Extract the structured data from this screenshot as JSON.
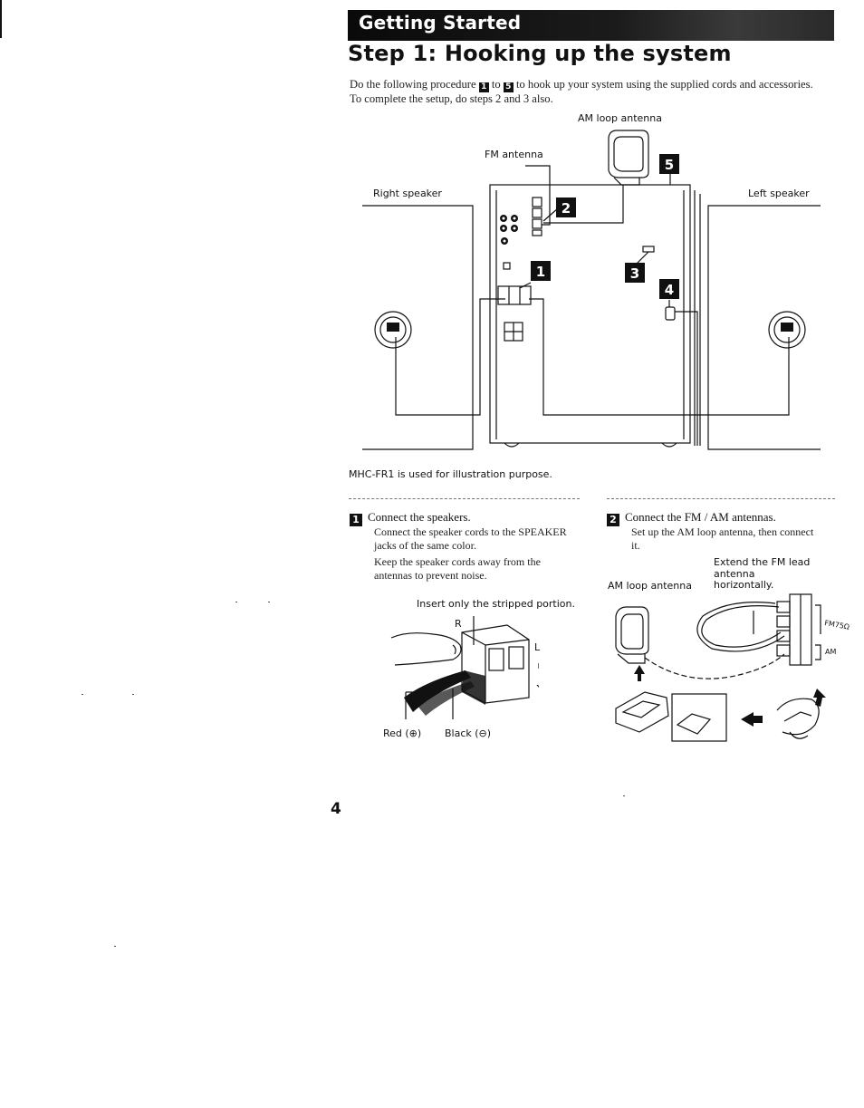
{
  "section": {
    "title": "Getting Started"
  },
  "page": {
    "title": "Step 1: Hooking up the system",
    "number": "4"
  },
  "intro": {
    "part1": "Do the following procedure",
    "step_from": "1",
    "part2": "to",
    "step_to": "5",
    "part3": "to hook up your system using the supplied cords and accessories. To complete the setup, do steps 2 and 3 also."
  },
  "diagram": {
    "am_loop_antenna": "AM loop antenna",
    "fm_antenna": "FM antenna",
    "right_speaker": "Right speaker",
    "left_speaker": "Left speaker",
    "callouts": [
      "1",
      "2",
      "3",
      "4",
      "5"
    ],
    "caption": "MHC-FR1 is used for illustration purpose."
  },
  "step1": {
    "number": "1",
    "title": "Connect the speakers.",
    "text1": "Connect the speaker cords to the SPEAKER jacks of the same color.",
    "text2": "Keep the speaker cords away from the antennas to prevent noise.",
    "fig": {
      "note": "Insert only the stripped portion.",
      "r_label": "R",
      "l_label": "L",
      "red_label": "Red (⊕)",
      "black_label": "Black (⊖)"
    }
  },
  "step2": {
    "number": "2",
    "title": "Connect the FM / AM antennas.",
    "text1": "Set up the AM loop antenna, then connect it.",
    "fig": {
      "am_loop_antenna": "AM loop antenna",
      "extend_note_line1": "Extend the FM lead",
      "extend_note_line2": "antenna",
      "extend_note_line3": "horizontally.",
      "fm_jack": "FM75Ω",
      "am_jack": "AM"
    }
  }
}
